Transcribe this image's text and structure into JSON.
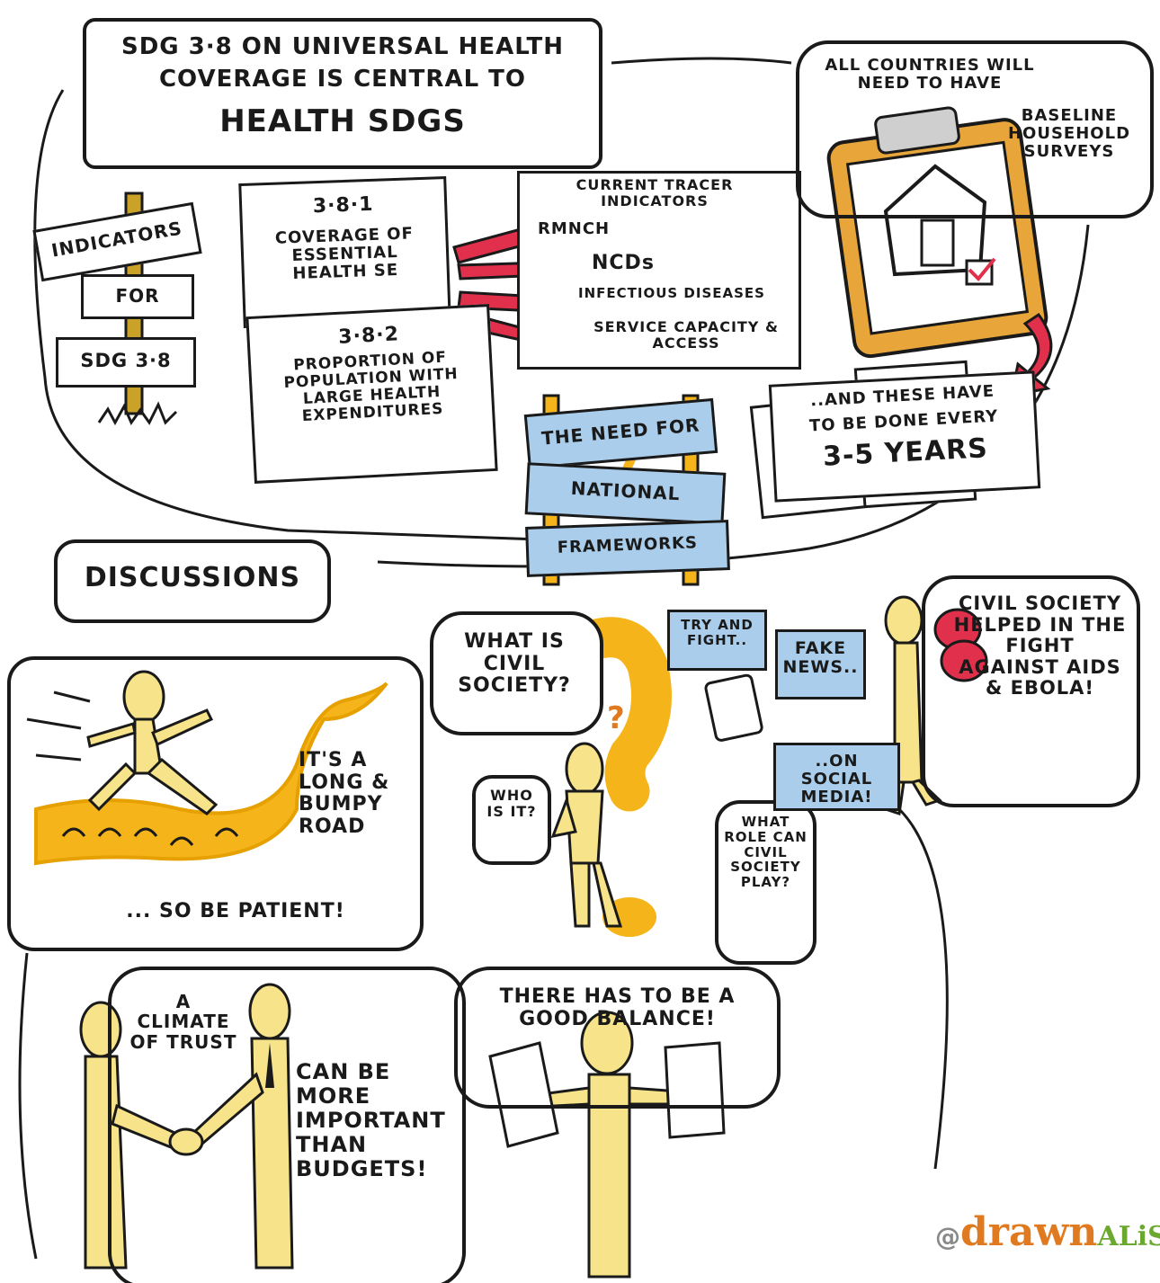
{
  "title_box": {
    "line1": "SDG 3·8 ON UNIVERSAL HEALTH",
    "line2": "COVERAGE IS CENTRAL TO",
    "line3": "HEALTH SDGs"
  },
  "signpost": {
    "sign1": "INDICATORS",
    "sign2": "FOR",
    "sign3": "SDG 3·8"
  },
  "indicator_381": {
    "number": "3·8·1",
    "text": "COVERAGE OF ESSENTIAL HEALTH SE"
  },
  "indicator_382": {
    "number": "3·8·2",
    "text": "PROPORTION OF POPULATION WITH LARGE HEALTH EXPENDITURES"
  },
  "tracer": {
    "heading": "CURRENT TRACER INDICATORS",
    "items": [
      "RMNCH",
      "NCDs",
      "INFECTIOUS DISEASES",
      "SERVICE CAPACITY & ACCESS"
    ]
  },
  "surveys": {
    "line1": "ALL COUNTRIES WILL NEED TO HAVE",
    "line2": "BASELINE HOUSEHOLD SURVEYS"
  },
  "every_years": {
    "line1": "..AND THESE HAVE",
    "line2": "TO BE DONE EVERY",
    "line3": "3-5 YEARS"
  },
  "frameworks": {
    "board1": "THE NEED FOR",
    "board2": "NATIONAL",
    "board3": "FRAMEWORKS"
  },
  "discussions": {
    "label": "DISCUSSIONS"
  },
  "road": {
    "text": "IT'S A LONG & BUMPY ROAD",
    "patient": "... SO BE PATIENT!"
  },
  "civil": {
    "question": "WHAT IS CIVIL SOCIETY?",
    "who": "WHO IS IT?",
    "role": "WHAT ROLE CAN CIVIL SOCIETY PLAY?"
  },
  "news": {
    "try": "TRY AND FIGHT..",
    "fake": "FAKE NEWS..",
    "social": "..ON SOCIAL MEDIA!"
  },
  "aids": {
    "text": "CIVIL SOCIETY HELPED IN THE FIGHT AGAINST AIDS & EBOLA!"
  },
  "trust": {
    "part1": "A CLIMATE OF TRUST",
    "part2": "CAN BE MORE IMPORTANT THAN BUDGETS!"
  },
  "balance": {
    "text": "THERE HAS TO BE A GOOD BALANCE!"
  },
  "credit": {
    "at": "@",
    "brand1": "drawn",
    "brand2": "ALiSM",
    "reg": "®"
  },
  "colors": {
    "figure": "#f7e48a",
    "road": "#f4b41a",
    "arrow": "#e0304b",
    "board": "#a9cdea",
    "clipboard": "#e8a63a",
    "ink": "#1a1a1a",
    "brand_orange": "#e07a20",
    "brand_green": "#6aa82e"
  }
}
